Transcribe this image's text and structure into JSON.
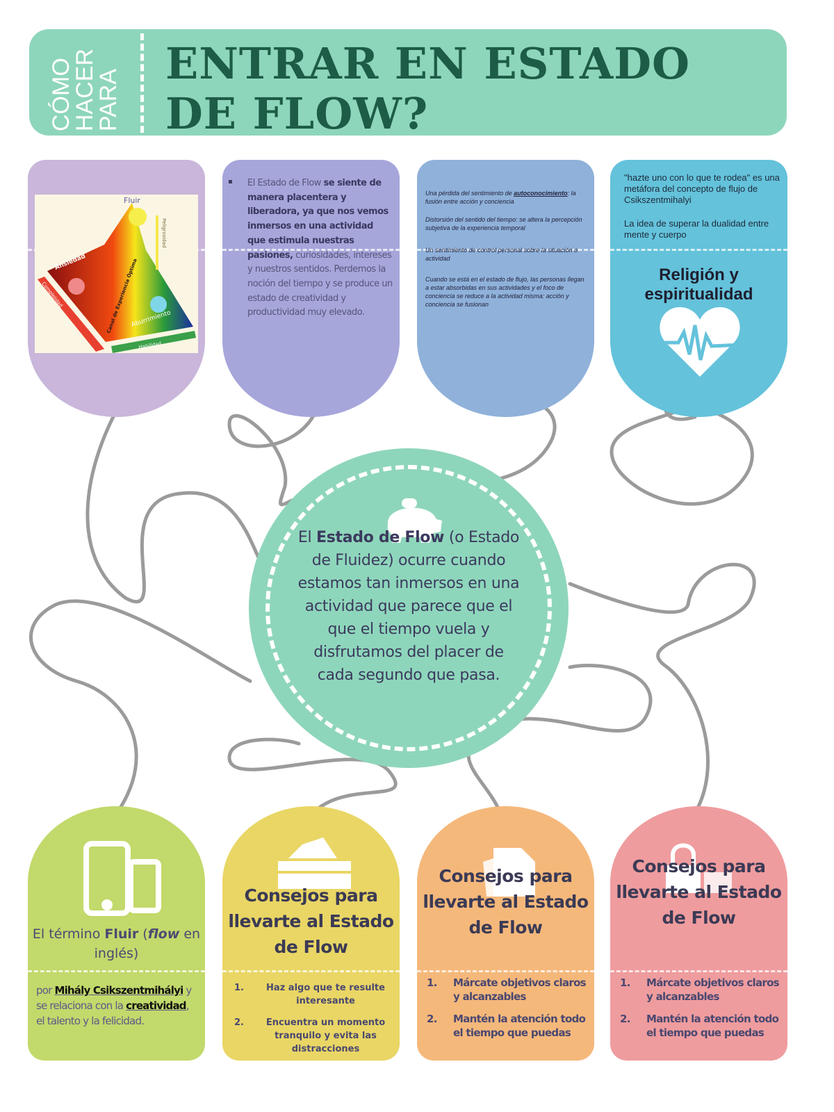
{
  "header": {
    "kicker": [
      "CÓMO",
      "HACER",
      "PARA"
    ],
    "title_line1": "ENTRAR EN ESTADO",
    "title_line2": "DE  FLOW?"
  },
  "colors": {
    "header": "#8ed6bb",
    "title": "#1d5c47",
    "card1": "#c9b6da",
    "card2": "#a6a6db",
    "card3": "#8fb1da",
    "card4": "#64c2db",
    "bottom1": "#c2d96b",
    "bottom2": "#e9d665",
    "bottom3": "#f5b87b",
    "bottom4": "#ef9c9e",
    "string": "#9a9a9a"
  },
  "card1": {
    "image_labels": [
      "Fluir",
      "Ansiedad",
      "Aburrimiento",
      "Canal de Experiencia Óptima",
      "Complejidad",
      "Habilidad",
      "Peligrosidad"
    ]
  },
  "card2": {
    "bullet": "▪",
    "text_plain": "El Estado de Flow ",
    "text_bold": "se siente de manera placentera y liberadora, ya que nos vemos inmersos en una actividad que estimula nuestras pasiones,",
    "text_rest": " curiosidades, intereses y nuestros sentidos. Perdemos la noción del tiempo y se produce un estado de creatividad y productividad muy elevado."
  },
  "card3": {
    "p1a": "Una  pérdida del sentimiento de ",
    "p1link": "autoconocimiento",
    "p1b": ": la fusión entre acción y conciencia",
    "p2": "Distorsión del sentido del tiempo: se altera la percepción subjetiva de la experiencia temporal",
    "p3": "Un sentimiento de control personal sobre la situación o actividad",
    "p4": "Cuando se está en el estado de flujo, las personas llegan a estar absorbidas en sus actividades y el foco de conciencia se reduce a la actividad misma: acción y conciencia se fusionan"
  },
  "card4": {
    "p1": "\"hazte uno con lo que te rodea\" es una metáfora del concepto de flujo de Csikszentmihalyi",
    "p2": "La idea de superar la dualidad entre mente y cuerpo",
    "heading": "Religión y espiritualidad",
    "icon": "heartbeat-icon"
  },
  "center": {
    "pre": "El ",
    "bold": "Estado de Flow",
    "post": " (o Estado de Fluidez) ocurre cuando estamos tan inmersos en una actividad que parece que el que el tiempo vuela y disfrutamos del placer de cada segundo que pasa.",
    "icon": "piggy-bank-icon"
  },
  "bottom1": {
    "icon": "devices-icon",
    "t1": "El término ",
    "t1bold": "Fluir",
    "t2": " (",
    "t2italic": "flow",
    "t3": " en inglés)",
    "p_por": "por ",
    "author": "Mihály Csikszentmihályi",
    "p_mid": " y se relaciona con la ",
    "link": "creatividad",
    "p_end": ", el talento y la felicidad."
  },
  "bottom2": {
    "icon": "wallet-icon",
    "heading": "Consejos para llevarte al Estado de Flow",
    "items": [
      {
        "n": "1.",
        "t": "Haz algo que te resulte interesante"
      },
      {
        "n": "2.",
        "t": "Encuentra un momento tranquilo y evita las distracciones"
      }
    ]
  },
  "bottom3": {
    "icon": "document-icon",
    "heading": "Consejos para llevarte al Estado de Flow",
    "items": [
      {
        "n": "1.",
        "t": "Márcate objetivos claros y alcanzables"
      },
      {
        "n": "2.",
        "t": "Mantén la atención todo el tiempo que puedas"
      }
    ]
  },
  "bottom4": {
    "icon": "lock-icon",
    "heading": "Consejos para llevarte al Estado de Flow",
    "items": [
      {
        "n": "1.",
        "t": "Márcate objetivos claros y alcanzables"
      },
      {
        "n": "2.",
        "t": "Mantén la atención todo el tiempo que puedas"
      }
    ]
  }
}
